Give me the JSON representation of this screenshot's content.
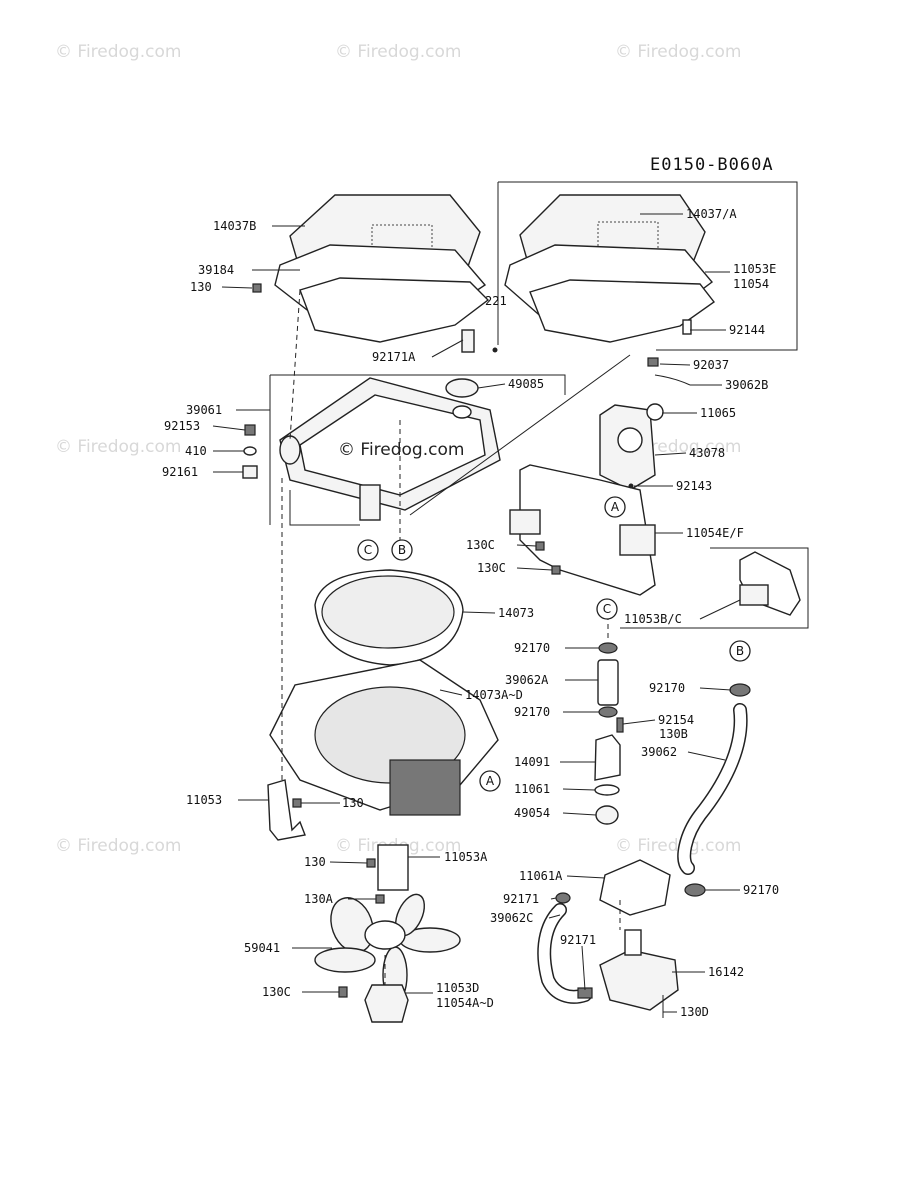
{
  "diagram_code": "E0150-B060A",
  "watermarks": {
    "text": "© Firedog.com",
    "center_text": "© Firedog.com"
  },
  "callouts": {
    "A": "A",
    "B": "B",
    "C": "C"
  },
  "labels": {
    "p14037B": "14037B",
    "p39184": "39184",
    "p130_top": "130",
    "p221": "221",
    "p92171A": "92171A",
    "p14037A": "14037/A",
    "p11053E": "11053E",
    "p11054": "11054",
    "p92144": "92144",
    "p49085": "49085",
    "p92037": "92037",
    "p39062B": "39062B",
    "p39061": "39061",
    "p92153": "92153",
    "p410": "410",
    "p92161": "92161",
    "p11065": "11065",
    "p43078": "43078",
    "p92143": "92143",
    "p11054EF": "11054E/F",
    "p130C_a": "130C",
    "p130C_b": "130C",
    "p11053BC": "11053B/C",
    "p14073": "14073",
    "p92170_a": "92170",
    "p39062A": "39062A",
    "p92170_b": "92170",
    "p92170_c": "92170",
    "p14073AD": "14073A~D",
    "p92154": "92154",
    "p130B": "130B",
    "p39062": "39062",
    "p14091": "14091",
    "p11061": "11061",
    "p49054": "49054",
    "p11053": "11053",
    "p130_mid": "130",
    "p130_low": "130",
    "p11053A": "11053A",
    "p130A": "130A",
    "p11061A": "11061A",
    "p92171_a": "92171",
    "p92170_d": "92170",
    "p39062C": "39062C",
    "p92171_b": "92171",
    "p59041": "59041",
    "p16142": "16142",
    "p130C_c": "130C",
    "p11053D": "11053D",
    "p11054AD": "11054A~D",
    "p130D": "130D"
  }
}
